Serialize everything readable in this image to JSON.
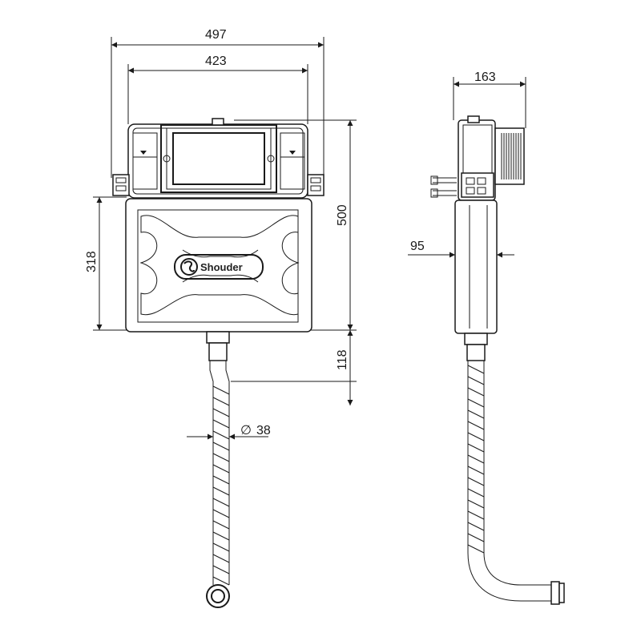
{
  "brand": {
    "logo_text": "Shouder"
  },
  "dimensions": {
    "overall_width": "497",
    "frame_width": "423",
    "depth": "163",
    "height": "500",
    "lower_height": "318",
    "outlet_height": "118",
    "tank_depth": "95",
    "pipe_diameter": "38",
    "diameter_symbol": "∅"
  },
  "colors": {
    "line": "#1a1a1a",
    "background": "#ffffff"
  }
}
